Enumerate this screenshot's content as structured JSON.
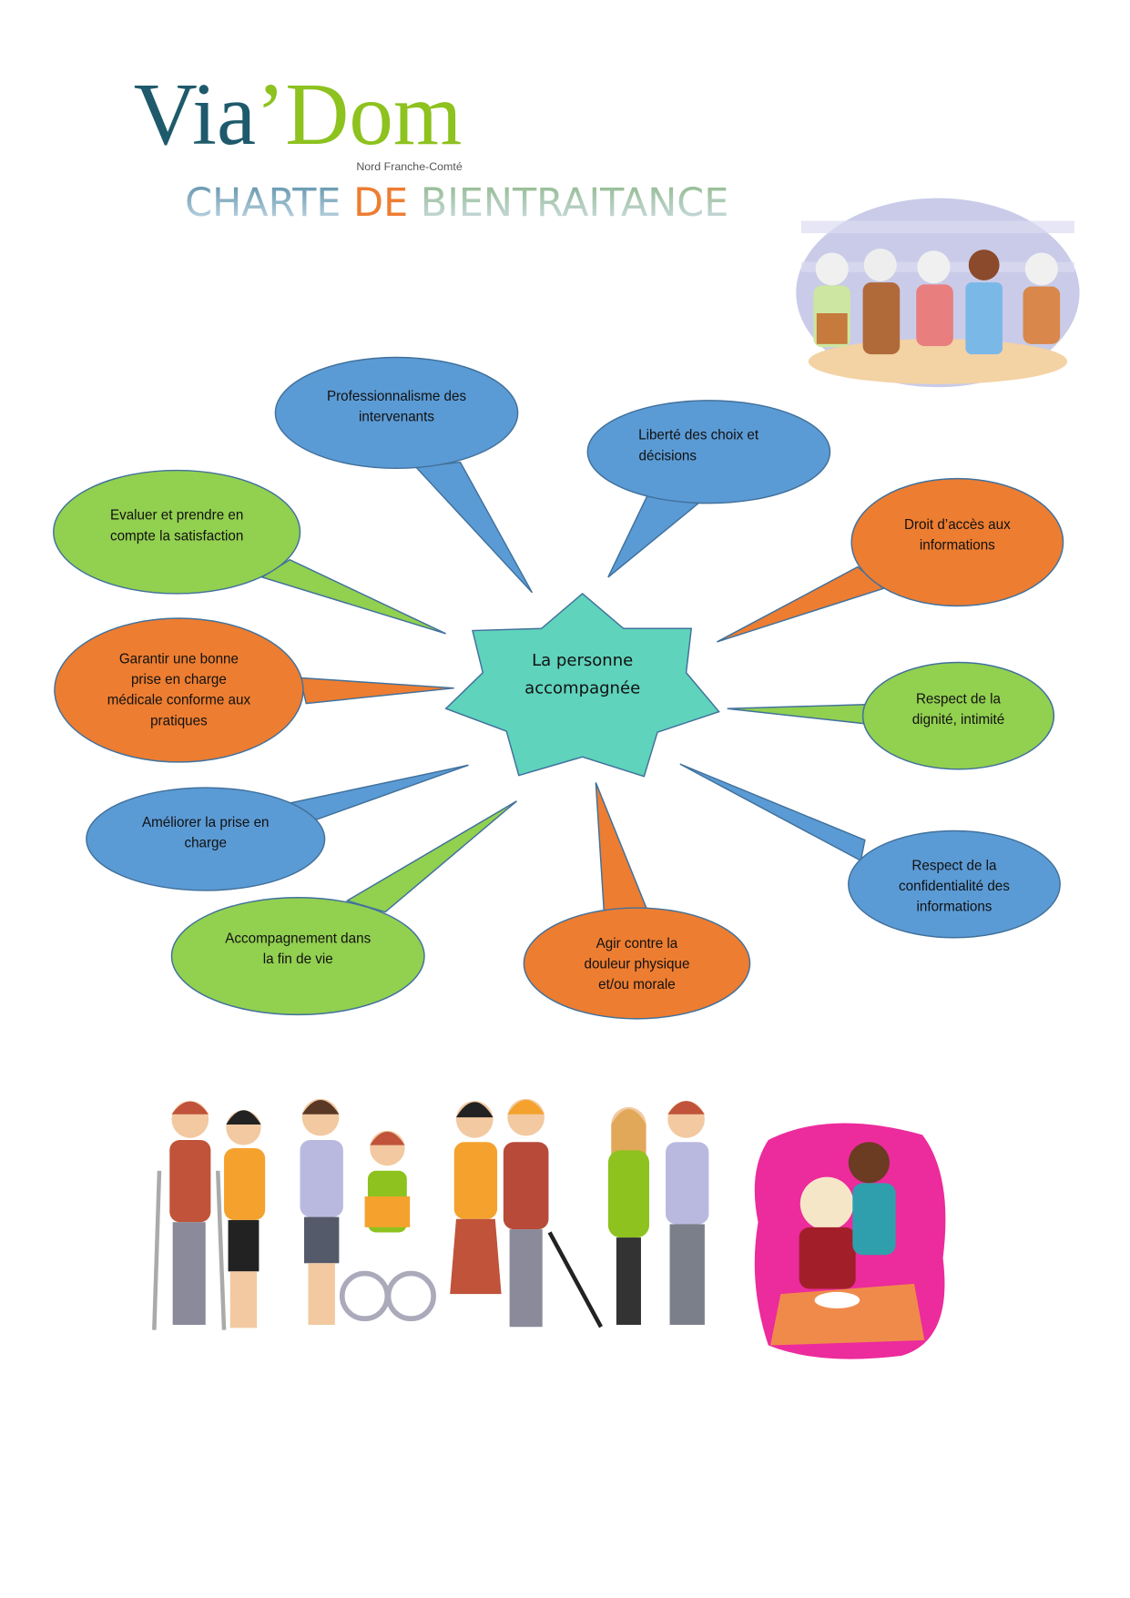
{
  "logo": {
    "text_part1": "Via",
    "text_part2": "’Dom",
    "subtitle": "Nord Franche-Comté"
  },
  "title": {
    "part1": "CHARTE ",
    "part2": "DE",
    "part3": " BIENTRAITANCE"
  },
  "colors": {
    "blue": "#5b9bd5",
    "green": "#92d050",
    "orange": "#ed7d31",
    "center": "#5fd3bc",
    "logo_teal": "#1e5a6b",
    "logo_green": "#8dc21f"
  },
  "center": {
    "lines": [
      "La personne",
      "accompagnée"
    ]
  },
  "bubbles": [
    {
      "color": "blue",
      "lines": [
        "Professionnalisme des",
        "intervenants"
      ]
    },
    {
      "color": "blue",
      "lines": [
        "Liberté des choix et",
        "décisions"
      ]
    },
    {
      "color": "green",
      "lines": [
        "Evaluer et prendre en",
        "compte la satisfaction"
      ]
    },
    {
      "color": "orange",
      "lines": [
        "Droit d’accès aux",
        "informations"
      ]
    },
    {
      "color": "orange",
      "lines": [
        "Garantir une bonne",
        "prise en charge",
        "médicale conforme aux",
        "pratiques"
      ]
    },
    {
      "color": "green",
      "lines": [
        "Respect de la",
        "dignité, intimité"
      ]
    },
    {
      "color": "blue",
      "lines": [
        "Améliorer la prise en",
        "charge"
      ]
    },
    {
      "color": "blue",
      "lines": [
        "Respect de la",
        "confidentialité des",
        "informations"
      ]
    },
    {
      "color": "green",
      "lines": [
        "Accompagnement dans",
        "la fin de vie"
      ]
    },
    {
      "color": "orange",
      "lines": [
        "Agir contre la",
        "douleur physique",
        "et/ou morale"
      ]
    }
  ]
}
